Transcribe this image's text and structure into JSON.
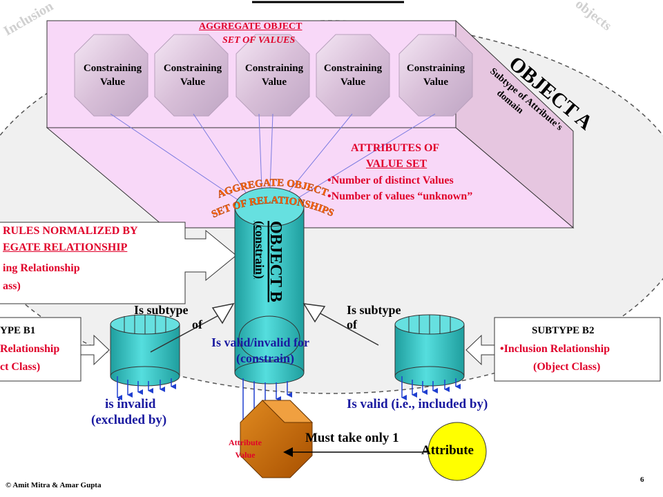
{
  "corner_labels": {
    "left": "Inclusion",
    "right": "objects"
  },
  "aggregate": {
    "title": "AGGREGATE OBJECT",
    "subtitle": "SET OF VALUES",
    "constraining_values": [
      "Constraining\nValue",
      "Constraining\nValue",
      "Constraining\nValue",
      "Constraining\nValue",
      "Constraining\nValue"
    ]
  },
  "object_a": {
    "title": "OBJECT A",
    "subtitle_line1": "Subtype of Attribute's",
    "subtitle_line2": "domain"
  },
  "value_set": {
    "heading_line1": "ATTRIBUTES OF",
    "heading_line2": "VALUE SET",
    "bullet1": "•Number of distinct Values",
    "bullet2": "•Number of values “unknown”"
  },
  "relationships_banner": {
    "line1": "AGGREGATE OBJECT",
    "line2": "SET OF RELATIONSHIPS"
  },
  "rules_box": {
    "line1": "RULES NORMALIZED BY",
    "line2": "EGATE RELATIONSHIP",
    "line3": "ing Relationship",
    "line4": "ass)"
  },
  "object_b": {
    "title": "OBJECT B",
    "subtitle": "(constrain)"
  },
  "subtype_b1": {
    "title": "YPE B1",
    "line1": "Relationship",
    "line2": "ct Class)"
  },
  "subtype_b2": {
    "title": "SUBTYPE B2",
    "line1": "•Inclusion Relationship",
    "line2": "(Object Class)"
  },
  "labels": {
    "is_subtype_left_1": "Is subtype",
    "is_subtype_left_2": "of",
    "is_subtype_right_1": "Is subtype",
    "is_subtype_right_2": "of",
    "valid_invalid_1": "Is valid/invalid for",
    "valid_invalid_2": "(constrain)",
    "is_invalid_1": "is invalid",
    "is_invalid_2": "(excluded by)",
    "is_valid": "Is valid (i.e., included by)",
    "must_take": "Must take only 1",
    "attribute": "Attribute",
    "attribute_value": "Attribute\nValue"
  },
  "footer": {
    "copyright": "© Amit Mitra & Amar Gupta",
    "page": "6"
  },
  "colors": {
    "pink_face": "#f8d8f8",
    "side_face": "#e6c6e0",
    "cyan": "#33cccc",
    "orange": "#cc6600",
    "yellow": "#ffff00",
    "red_text": "#e0002a",
    "blue_text": "#1a1aa0",
    "banner": "#ff6600"
  }
}
